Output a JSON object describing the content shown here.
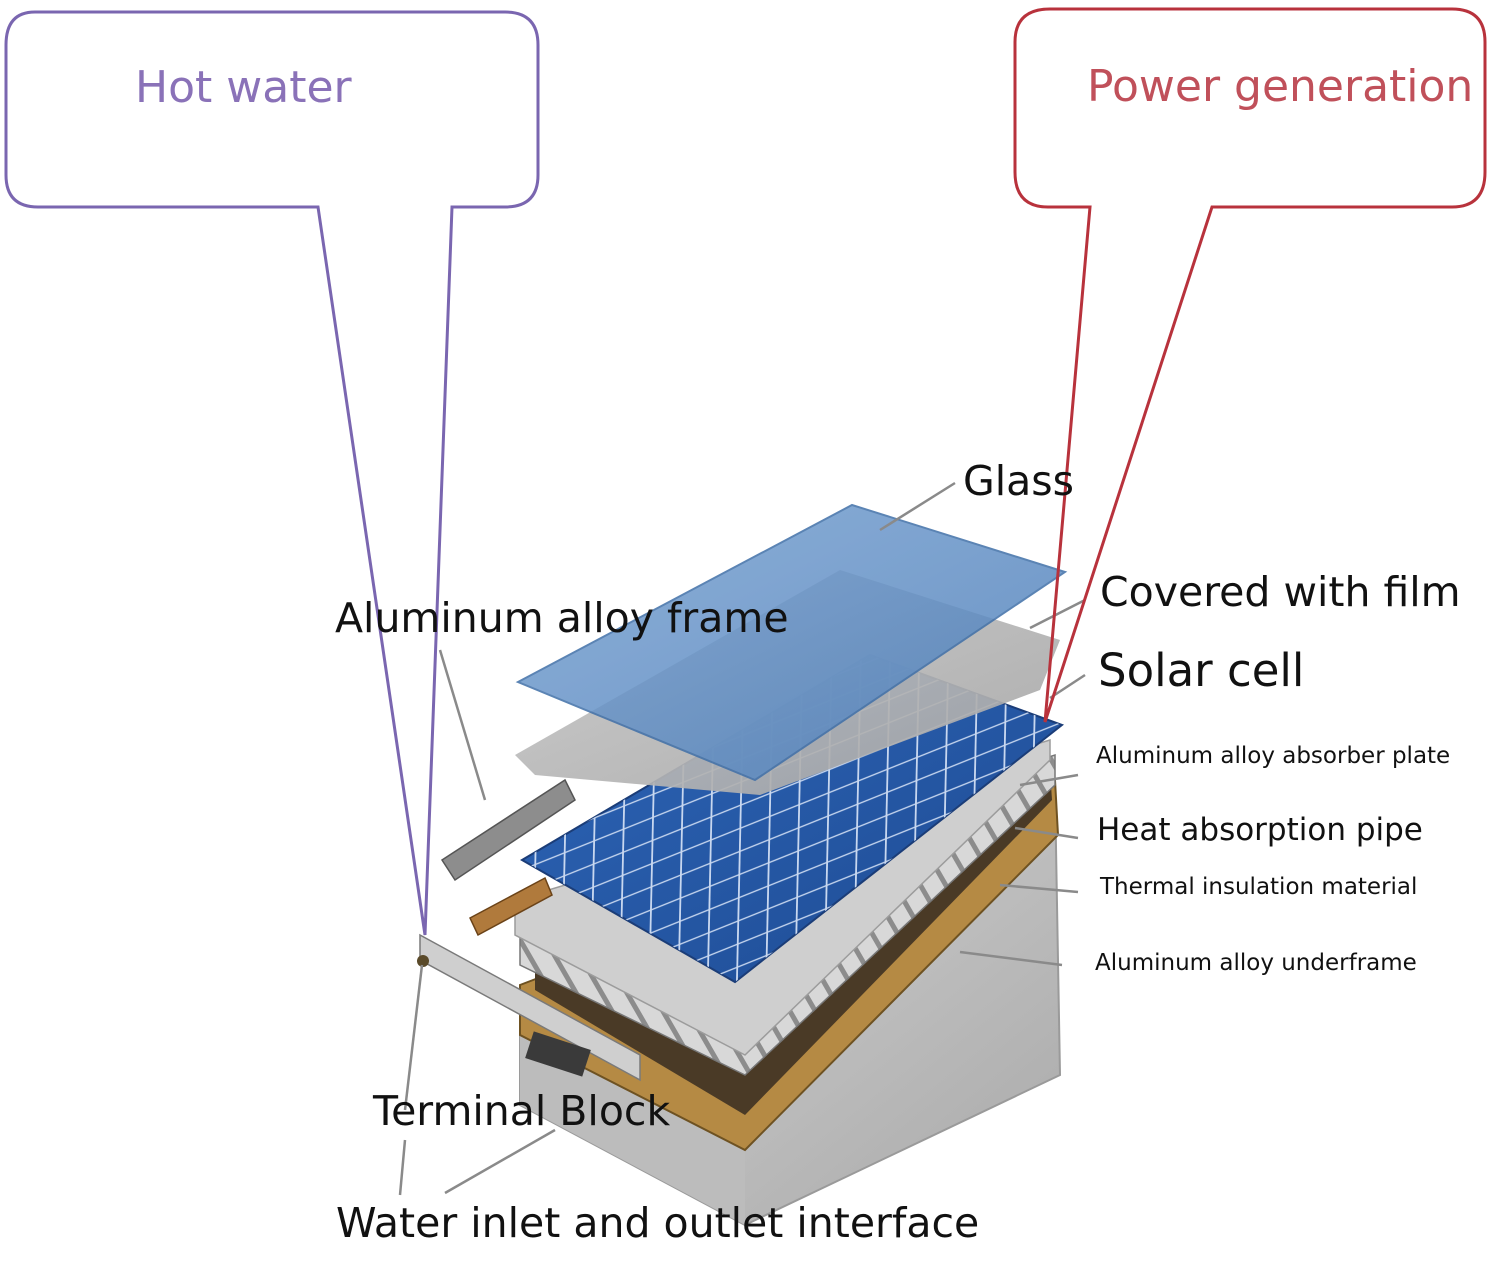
{
  "callouts": {
    "hot_water": {
      "label": "Hot water",
      "color": "#8a72b8"
    },
    "power_generation": {
      "label": "Power generation",
      "color": "#c0505a"
    }
  },
  "labels": {
    "glass": "Glass",
    "covered_with_film": "Covered with film",
    "solar_cell": "Solar cell",
    "aluminum_alloy_frame": "Aluminum alloy frame",
    "aluminum_alloy_absorber_plate": "Aluminum alloy absorber plate",
    "heat_absorption_pipe": "Heat absorption pipe",
    "thermal_insulation_material": "Thermal insulation material",
    "aluminum_alloy_underframe": "Aluminum alloy underframe",
    "terminal_block": "Terminal Block",
    "water_inlet_outlet_interface": "Water inlet and outlet interface"
  }
}
